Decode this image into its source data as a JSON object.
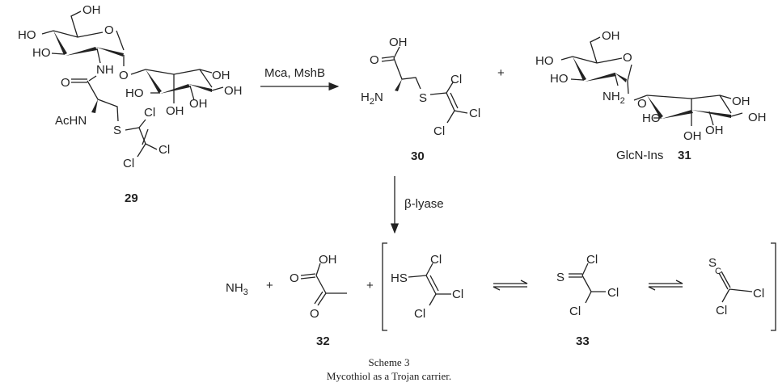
{
  "scheme": {
    "reaction1": {
      "reagents": "Mca, MshB",
      "plus": "+"
    },
    "reaction2": {
      "enzyme": "β-lyase",
      "plus1": "+",
      "plus2": "+"
    },
    "compounds": {
      "c29": {
        "number": "29",
        "atoms": {
          "oh_top": "OH",
          "ho_1": "HO",
          "ho_2": "HO",
          "o_ring": "O",
          "nh": "NH",
          "o_link": "O",
          "o_carbonyl": "O",
          "achn": "AcHN",
          "s": "S",
          "cl_1": "Cl",
          "cl_2": "Cl",
          "cl_3": "Cl",
          "ino_ho": "HO",
          "ino_oh1": "OH",
          "ino_oh2": "OH",
          "ino_oh3": "OH",
          "ino_oh4": "OH"
        }
      },
      "c30": {
        "number": "30",
        "atoms": {
          "oh": "OH",
          "o": "O",
          "h2n": "H",
          "h2n_sub": "2",
          "h2n_n": "N",
          "s": "S",
          "cl_1": "Cl",
          "cl_2": "Cl",
          "cl_3": "Cl"
        }
      },
      "c31": {
        "name": "GlcN-Ins",
        "number": "31",
        "atoms": {
          "oh_top": "OH",
          "ho_1": "HO",
          "ho_2": "HO",
          "o_ring": "O",
          "nh2": "NH",
          "nh2_sub": "2",
          "o_link": "O",
          "ino_ho": "HO",
          "ino_oh1": "OH",
          "ino_oh2": "OH",
          "ino_oh3": "OH",
          "ino_oh4": "OH"
        }
      },
      "nh3": {
        "formula": "NH",
        "sub": "3"
      },
      "c32": {
        "number": "32",
        "atoms": {
          "oh": "OH",
          "o1": "O",
          "o2": "O"
        }
      },
      "thiol": {
        "atoms": {
          "hs": "HS",
          "cl_1": "Cl",
          "cl_2": "Cl",
          "cl_3": "Cl"
        }
      },
      "c33": {
        "number": "33",
        "atoms": {
          "s": "S",
          "cl_1": "Cl",
          "cl_2": "Cl",
          "cl_3": "Cl"
        }
      },
      "thioketene": {
        "atoms": {
          "s": "S",
          "c": "C",
          "cl_1": "Cl",
          "cl_2": "Cl"
        }
      }
    },
    "caption": {
      "title": "Scheme 3",
      "text": "Mycothiol as a Trojan carrier."
    },
    "colors": {
      "ink": "#222222",
      "background": "#ffffff"
    }
  }
}
